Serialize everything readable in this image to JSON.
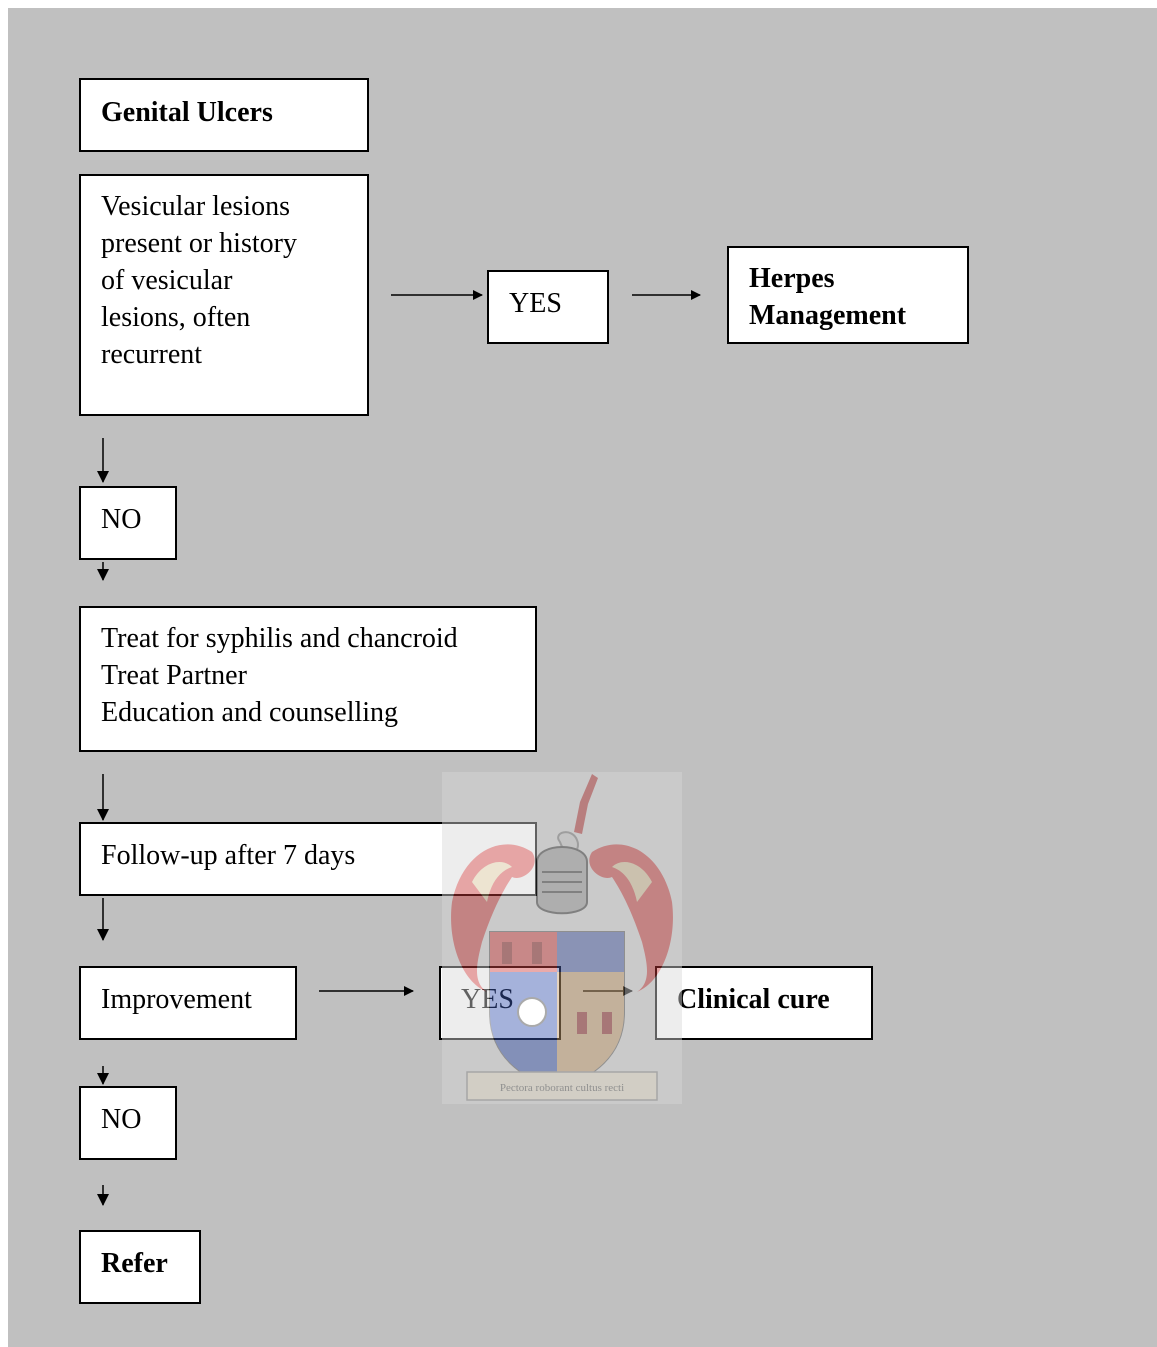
{
  "flowchart": {
    "title": "Genital Ulcers",
    "vesicular_question": "Vesicular lesions\npresent or history\nof vesicular\nlesions, often\nrecurrent",
    "yes_1": "YES",
    "herpes": "Herpes\nManagement",
    "no_1": "NO",
    "treatment": "Treat for syphilis and chancroid\nTreat Partner\nEducation and counselling",
    "followup": "Follow-up after 7 days",
    "improvement": "Improvement",
    "yes_2": "YES",
    "clinical_cure": "Clinical cure",
    "no_2": "NO",
    "refer": "Refer"
  },
  "watermark": {
    "type": "university-crest",
    "motto": "Pectora roborant cultus recti"
  },
  "colors": {
    "background": "#c0c0c0",
    "box_fill": "#ffffff",
    "stroke": "#000000"
  }
}
